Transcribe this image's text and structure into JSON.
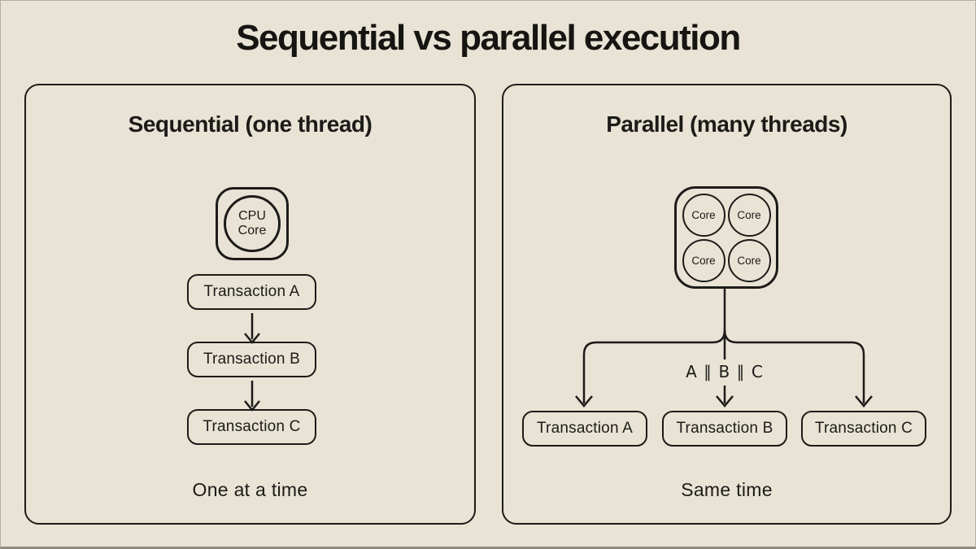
{
  "page": {
    "title": "Sequential vs parallel execution"
  },
  "colors": {
    "background": "#e8e3d5",
    "ink": "#1c1b18"
  },
  "left_panel": {
    "title": "Sequential (one thread)",
    "cpu_icon": {
      "line1": "CPU",
      "line2": "Core"
    },
    "boxes": [
      "Transaction A",
      "Transaction B",
      "Transaction C"
    ],
    "caption": "One at a time"
  },
  "right_panel": {
    "title": "Parallel (many threads)",
    "core_labels": [
      "Core",
      "Core",
      "Core",
      "Core"
    ],
    "parallel_label": "A ∥ B ∥ C",
    "boxes": [
      "Transaction A",
      "Transaction B",
      "Transaction C"
    ],
    "caption": "Same time"
  }
}
